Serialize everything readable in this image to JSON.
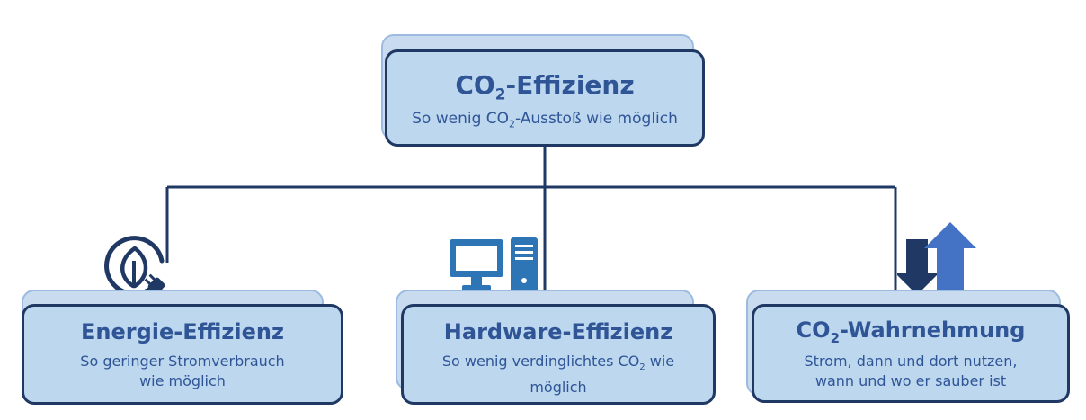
{
  "colors": {
    "card_fill": "#bdd7ee",
    "card_border": "#1f3864",
    "text": "#2f5597",
    "connector": "#1f3864",
    "arrow_dark": "#203864",
    "arrow_light": "#4472c4"
  },
  "root": {
    "title_prefix": "CO",
    "title_sub": "2",
    "title_suffix": "-Effizienz",
    "subtitle_prefix": "So wenig CO",
    "subtitle_sub": "2",
    "subtitle_suffix": "-Ausstoß wie möglich"
  },
  "children": [
    {
      "title": "Energie-Effizienz",
      "line1": "So geringer Stromverbrauch",
      "line2": "wie möglich",
      "icon": "leaf-plug-icon"
    },
    {
      "title": "Hardware-Effizienz",
      "line1_prefix": "So wenig verdinglichtes CO",
      "line1_sub": "2",
      "line1_suffix": " wie",
      "line2": "möglich",
      "icon": "computer-icon"
    },
    {
      "title_prefix": "CO",
      "title_sub": "2",
      "title_suffix": "-Wahrnehmung",
      "line1": "Strom, dann und dort nutzen,",
      "line2": "wann und wo er sauber ist",
      "icon": "up-down-arrows-icon"
    }
  ]
}
